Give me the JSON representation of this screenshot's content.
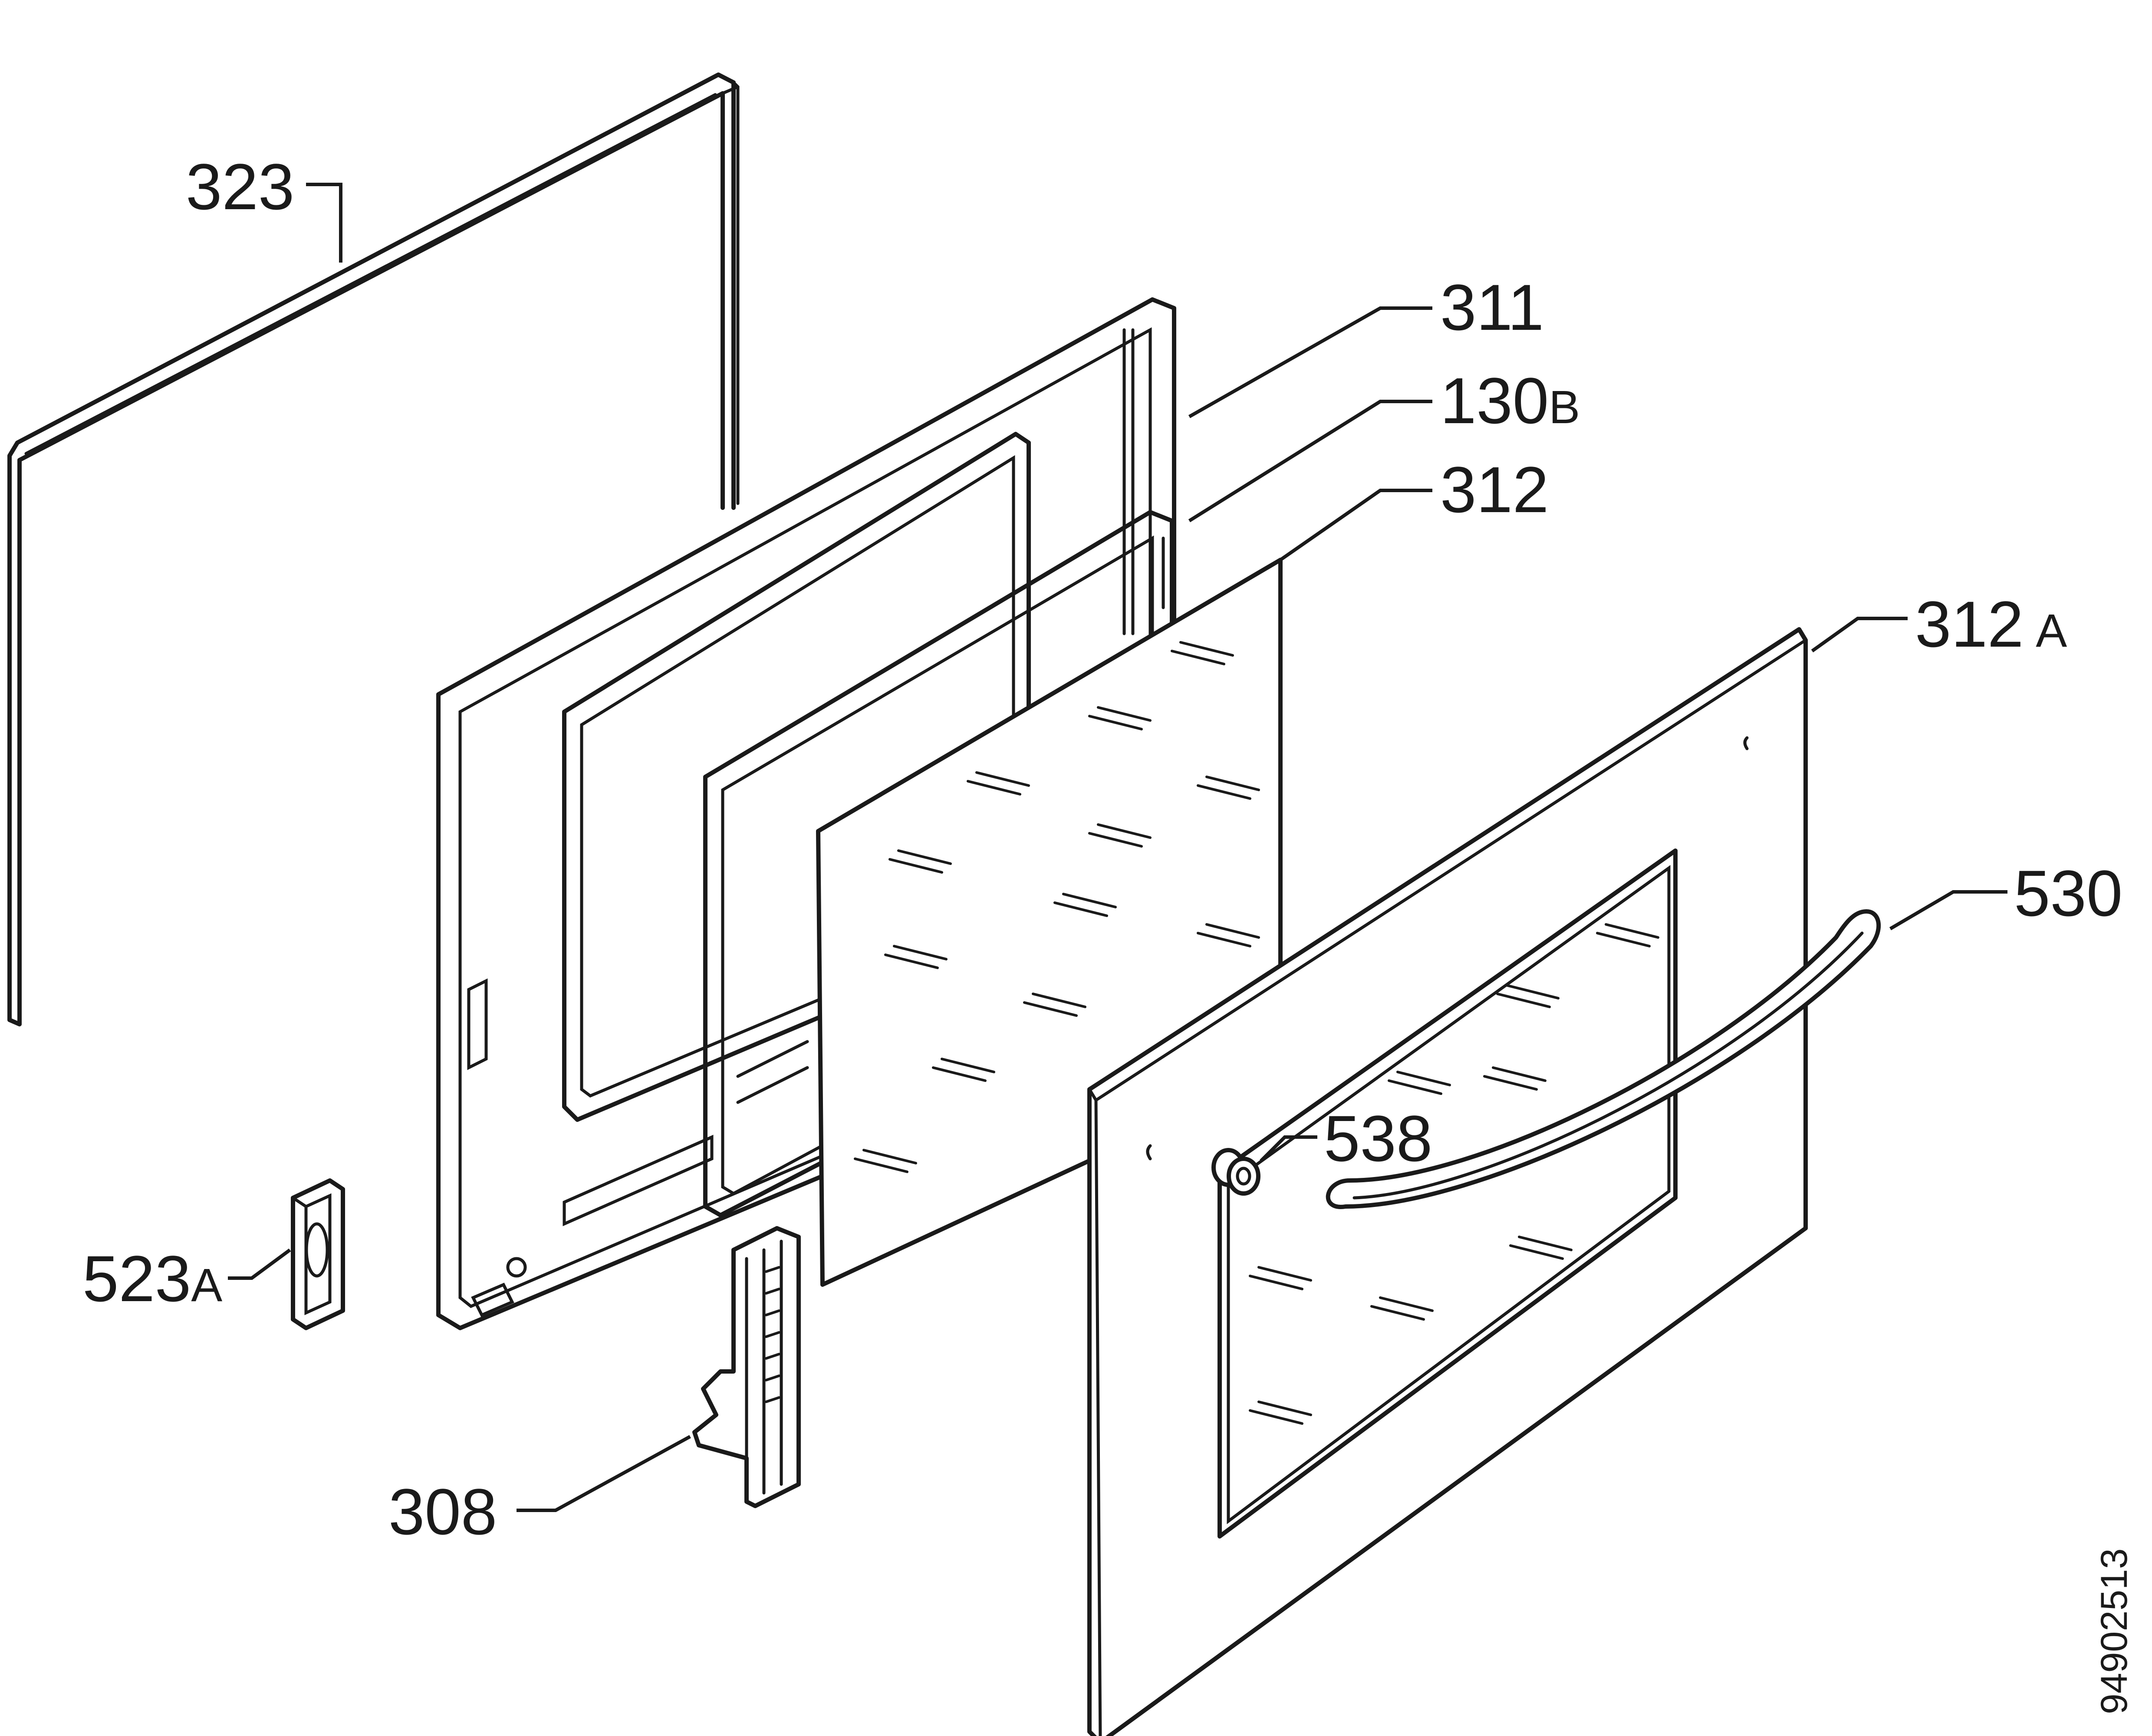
{
  "diagram": {
    "drawing_number": "94902513",
    "parts": [
      {
        "id": "323",
        "number": "323",
        "suffix": ""
      },
      {
        "id": "311",
        "number": "311",
        "suffix": ""
      },
      {
        "id": "130B",
        "number": "130",
        "suffix": "B"
      },
      {
        "id": "312",
        "number": "312",
        "suffix": ""
      },
      {
        "id": "312A",
        "number": "312",
        "suffix": "A"
      },
      {
        "id": "530",
        "number": "530",
        "suffix": ""
      },
      {
        "id": "538",
        "number": "538",
        "suffix": ""
      },
      {
        "id": "523A",
        "number": "523",
        "suffix": "A"
      },
      {
        "id": "308",
        "number": "308",
        "suffix": ""
      }
    ]
  }
}
